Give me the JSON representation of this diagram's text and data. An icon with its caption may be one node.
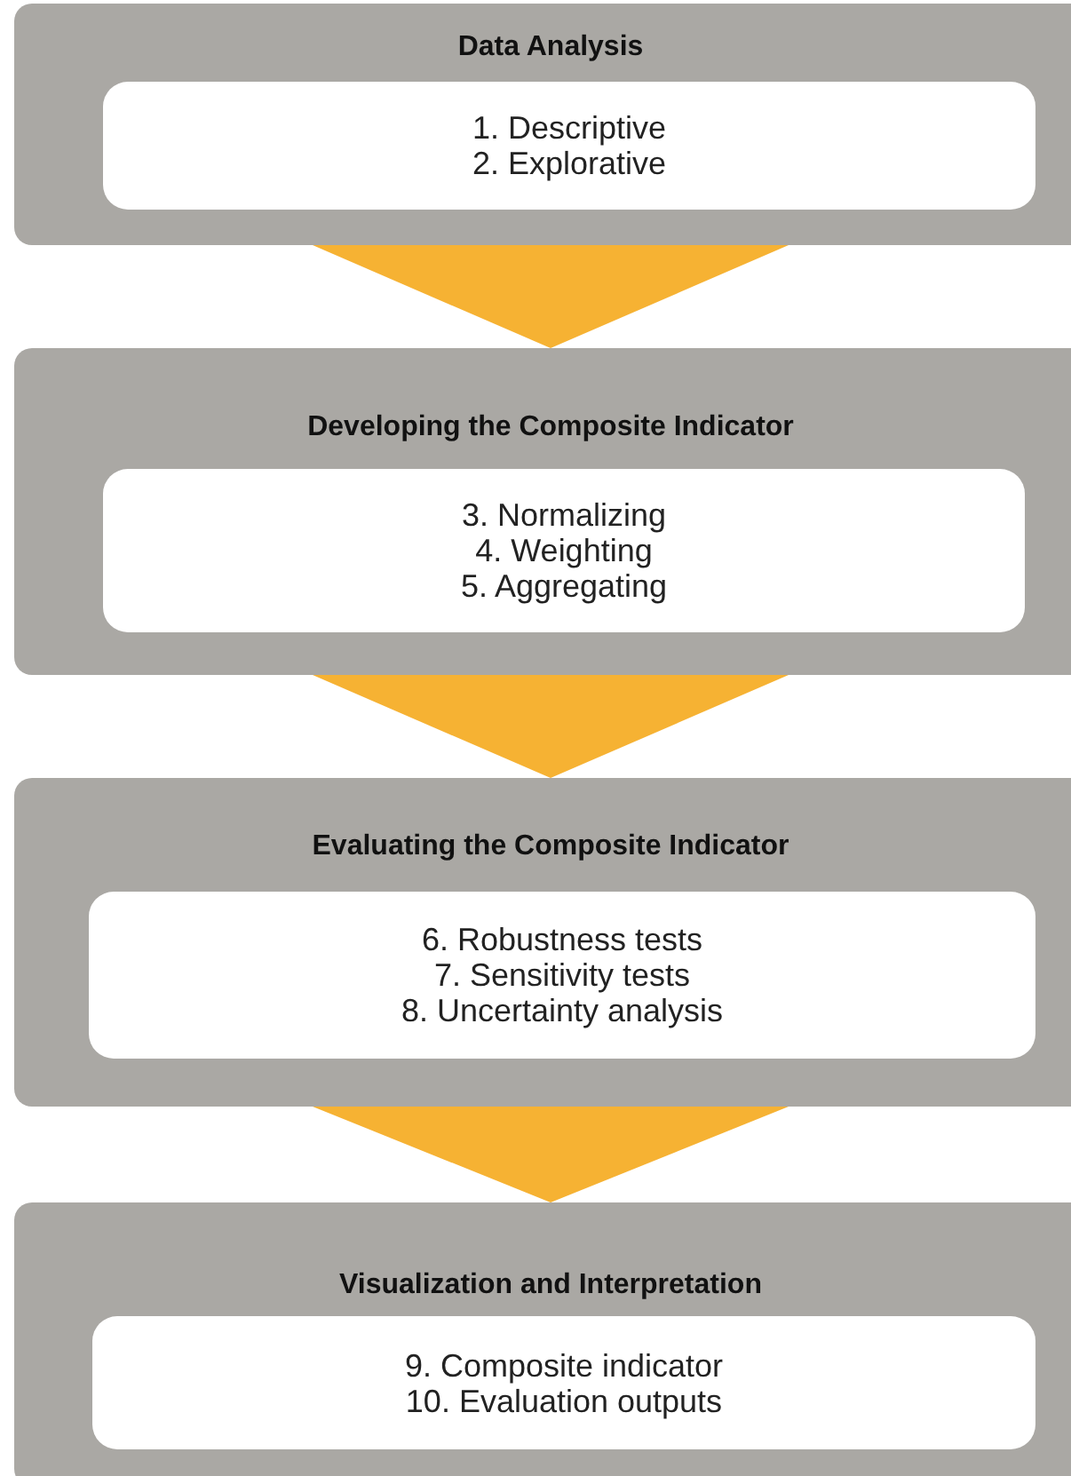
{
  "diagram": {
    "nodes": [
      {
        "text": [
          "Data Analysis"
        ]
      },
      {
        "text": [
          "1. Descriptive",
          "2. Explorative"
        ],
        "in": 0
      },
      {
        "text": [
          "Developing the Composite Indicator"
        ]
      },
      {
        "text": [
          "3. Normalizing",
          "4. Weighting",
          "5. Aggregating"
        ],
        "in": 2
      },
      {
        "text": [
          "Evaluating the Composite Indicator"
        ]
      },
      {
        "text": [
          "6. Robustness tests",
          "7. Sensitivity tests",
          "8. Uncertainty analysis"
        ],
        "in": 4
      },
      {
        "text": [
          "Visualization and Interpretation"
        ]
      },
      {
        "text": [
          "9. Composite indicator",
          "10. Evaluation outputs"
        ],
        "in": 6
      }
    ],
    "edges": [
      {
        "from": 0,
        "to": 2,
        "arrow": "to"
      },
      {
        "from": 2,
        "to": 4,
        "arrow": "to"
      },
      {
        "from": 4,
        "to": 6,
        "arrow": "to"
      }
    ]
  }
}
